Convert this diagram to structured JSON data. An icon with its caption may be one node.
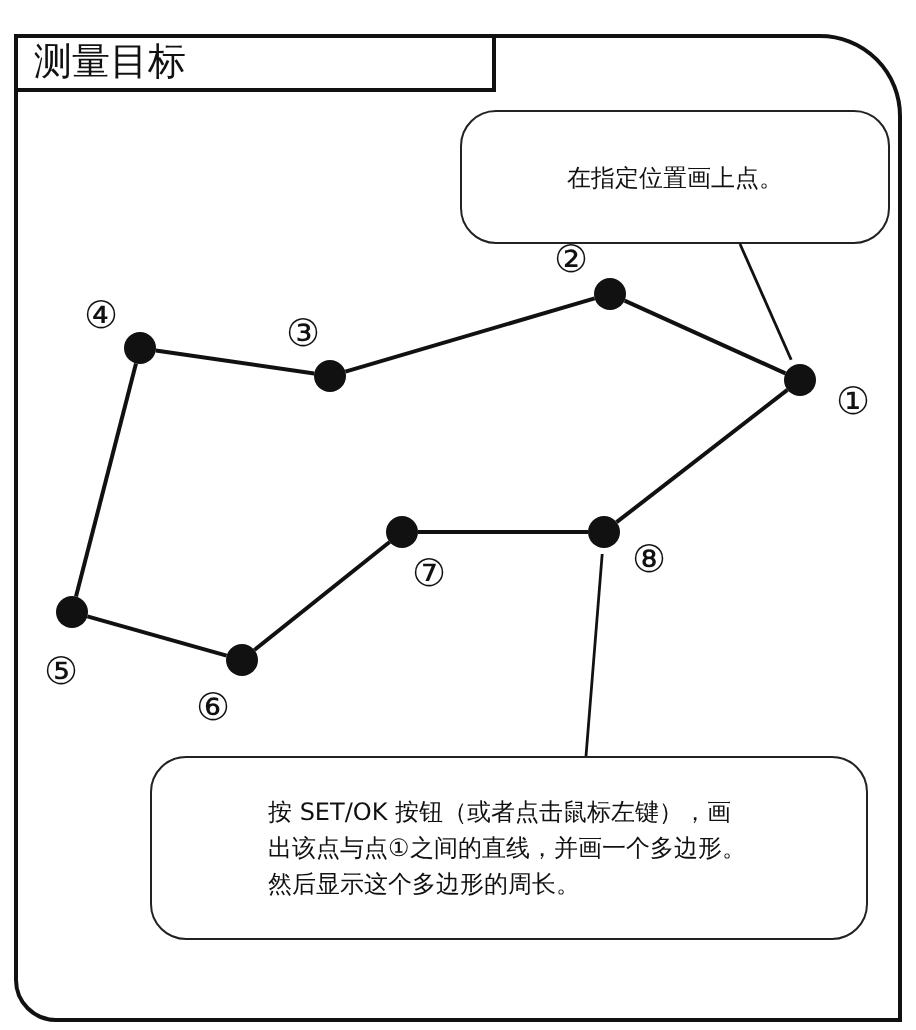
{
  "diagram": {
    "title": "测量目标",
    "nodes": [
      {
        "text": [
          "在指定位置画上点。"
        ]
      },
      {
        "text": [],
        "shape": "circle",
        "beside": [
          "①"
        ]
      },
      {
        "text": [],
        "shape": "circle",
        "beside": [
          "②"
        ]
      },
      {
        "text": [],
        "shape": "circle",
        "beside": [
          "③"
        ]
      },
      {
        "text": [],
        "shape": "circle",
        "beside": [
          "④"
        ]
      },
      {
        "text": [],
        "shape": "circle",
        "beside": [
          "⑤"
        ]
      },
      {
        "text": [],
        "shape": "circle",
        "beside": [
          "⑥"
        ]
      },
      {
        "text": [],
        "shape": "circle",
        "beside": [
          "⑦"
        ]
      },
      {
        "text": [],
        "shape": "circle",
        "beside": [
          "⑧"
        ]
      },
      {
        "text": [
          "按 SET/OK 按钮（或者点击鼠标左键），画出该点与点①之间的直线，并画一个多边形。然后显示这个多边形的周长。"
        ]
      }
    ],
    "edges": [
      {
        "from": 1,
        "to": 2,
        "arrow": "none"
      },
      {
        "from": 2,
        "to": 3,
        "arrow": "none"
      },
      {
        "from": 3,
        "to": 4,
        "arrow": "none"
      },
      {
        "from": 4,
        "to": 5,
        "arrow": "none"
      },
      {
        "from": 5,
        "to": 6,
        "arrow": "none"
      },
      {
        "from": 6,
        "to": 7,
        "arrow": "none"
      },
      {
        "from": 7,
        "to": 8,
        "arrow": "none"
      },
      {
        "from": 8,
        "to": 1,
        "arrow": "none"
      },
      {
        "from": 0,
        "to": 1,
        "arrow": "none"
      },
      {
        "from": 9,
        "to": 8,
        "arrow": "none"
      }
    ]
  }
}
